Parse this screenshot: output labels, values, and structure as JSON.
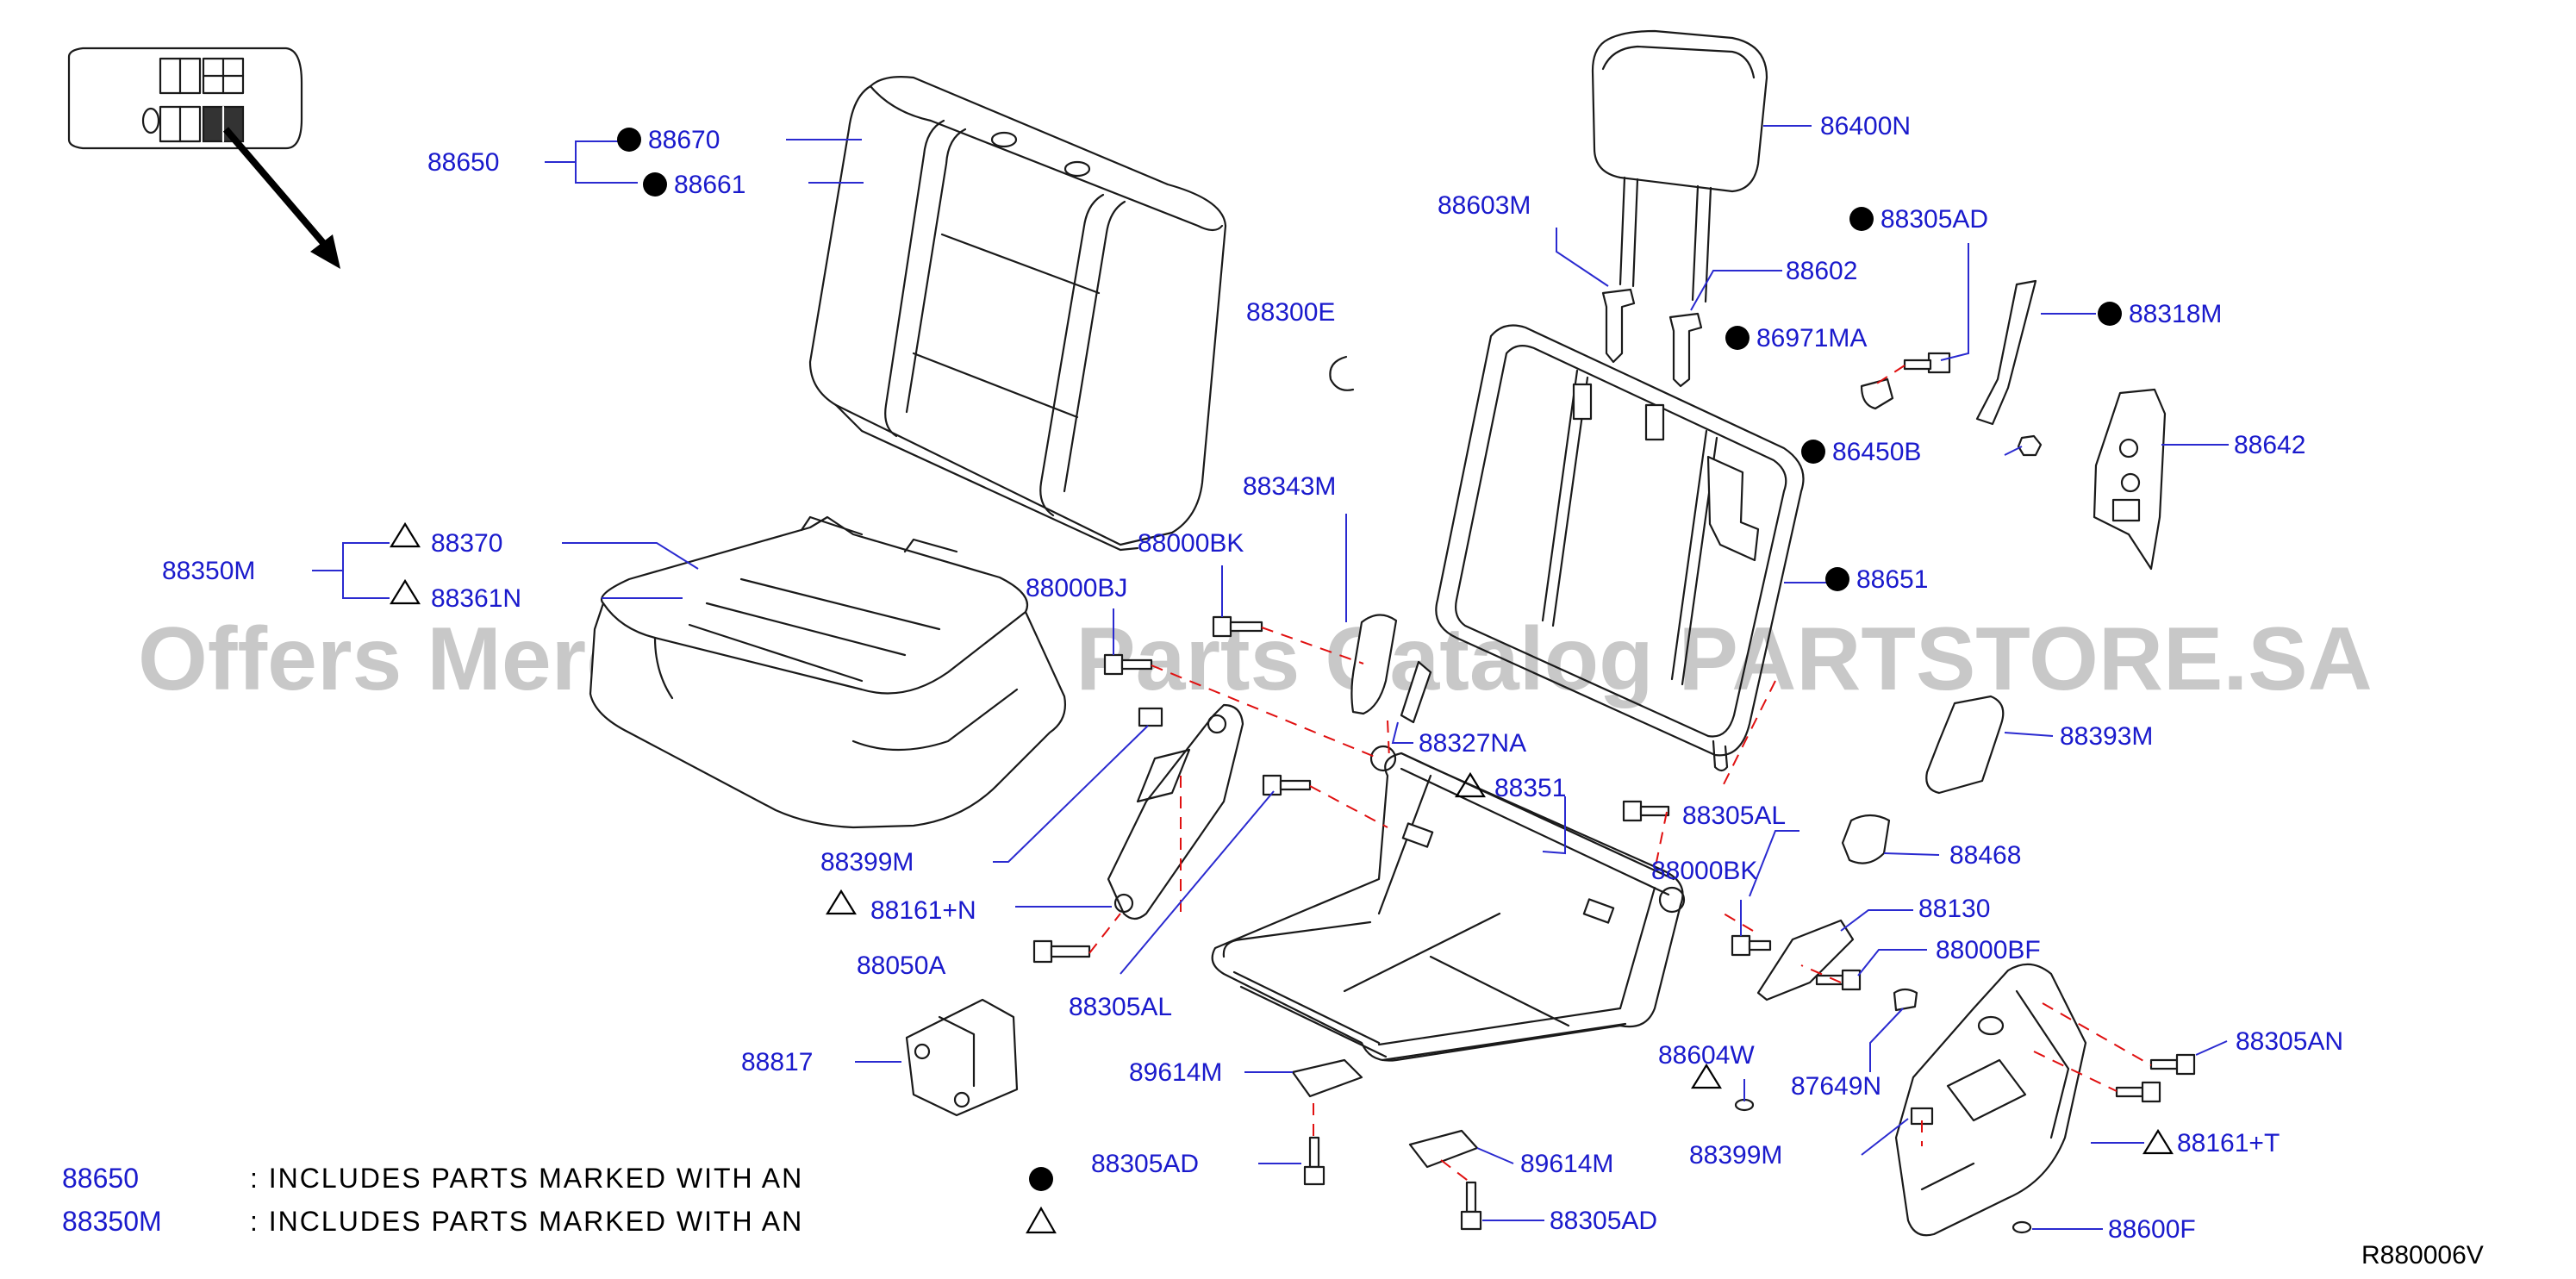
{
  "diagram": {
    "reference_code": "R880006V",
    "watermark": "Offers Merchant Auto Parts Catalog PARTSTORE.SA",
    "legend": [
      {
        "part": "88650",
        "text": ":   INCLUDES   PARTS   MARKED   WITH   AN",
        "symbol": "dot"
      },
      {
        "part": "88350M",
        "text": ":   INCLUDES   PARTS   MARKED   WITH   AN",
        "symbol": "triangle"
      }
    ],
    "callouts": [
      {
        "id": "c88650",
        "label": "88650",
        "marker": "none"
      },
      {
        "id": "c88670",
        "label": "88670",
        "marker": "dot"
      },
      {
        "id": "c88661",
        "label": "88661",
        "marker": "dot"
      },
      {
        "id": "c86400N",
        "label": "86400N",
        "marker": "none"
      },
      {
        "id": "c88603M",
        "label": "88603M",
        "marker": "none"
      },
      {
        "id": "c88602",
        "label": "88602",
        "marker": "none"
      },
      {
        "id": "c88305AD_top",
        "label": "88305AD",
        "marker": "dot"
      },
      {
        "id": "c88318M",
        "label": "88318M",
        "marker": "dot"
      },
      {
        "id": "c86971MA",
        "label": "86971MA",
        "marker": "dot"
      },
      {
        "id": "c88300E",
        "label": "88300E",
        "marker": "none"
      },
      {
        "id": "c86450B",
        "label": "86450B",
        "marker": "dot"
      },
      {
        "id": "c88642",
        "label": "88642",
        "marker": "none"
      },
      {
        "id": "c88343M",
        "label": "88343M",
        "marker": "none"
      },
      {
        "id": "c88651",
        "label": "88651",
        "marker": "dot"
      },
      {
        "id": "c88350M",
        "label": "88350M",
        "marker": "none"
      },
      {
        "id": "c88370",
        "label": "88370",
        "marker": "triangle"
      },
      {
        "id": "c88000BK_top",
        "label": "88000BK",
        "marker": "none"
      },
      {
        "id": "c88361N",
        "label": "88361N",
        "marker": "triangle"
      },
      {
        "id": "c88000BJ",
        "label": "88000BJ",
        "marker": "none"
      },
      {
        "id": "c88327NA",
        "label": "88327NA",
        "marker": "none"
      },
      {
        "id": "c88393M",
        "label": "88393M",
        "marker": "none"
      },
      {
        "id": "c88351",
        "label": "88351",
        "marker": "triangle"
      },
      {
        "id": "c88305AL_right",
        "label": "88305AL",
        "marker": "none"
      },
      {
        "id": "c88399M_left",
        "label": "88399M",
        "marker": "none"
      },
      {
        "id": "c88468",
        "label": "88468",
        "marker": "none"
      },
      {
        "id": "c88000BK_mid",
        "label": "88000BK",
        "marker": "none"
      },
      {
        "id": "c88161N",
        "label": "88161+N",
        "marker": "triangle"
      },
      {
        "id": "c88130",
        "label": "88130",
        "marker": "none"
      },
      {
        "id": "c88000BF",
        "label": "88000BF",
        "marker": "none"
      },
      {
        "id": "c88050A",
        "label": "88050A",
        "marker": "none"
      },
      {
        "id": "c88305AL_left",
        "label": "88305AL",
        "marker": "none"
      },
      {
        "id": "c88305AN",
        "label": "88305AN",
        "marker": "none"
      },
      {
        "id": "c88817",
        "label": "88817",
        "marker": "none"
      },
      {
        "id": "c88604W",
        "label": "88604W",
        "marker": "triangle"
      },
      {
        "id": "c89614M_left",
        "label": "89614M",
        "marker": "none"
      },
      {
        "id": "c87649N",
        "label": "87649N",
        "marker": "none"
      },
      {
        "id": "c88161T",
        "label": "88161+T",
        "marker": "triangle"
      },
      {
        "id": "c88399M_right",
        "label": "88399M",
        "marker": "none"
      },
      {
        "id": "c88305AD_left",
        "label": "88305AD",
        "marker": "none"
      },
      {
        "id": "c89614M_right",
        "label": "89614M",
        "marker": "none"
      },
      {
        "id": "c88305AD_bottom",
        "label": "88305AD",
        "marker": "none"
      },
      {
        "id": "c88600F",
        "label": "88600F",
        "marker": "none"
      }
    ]
  }
}
